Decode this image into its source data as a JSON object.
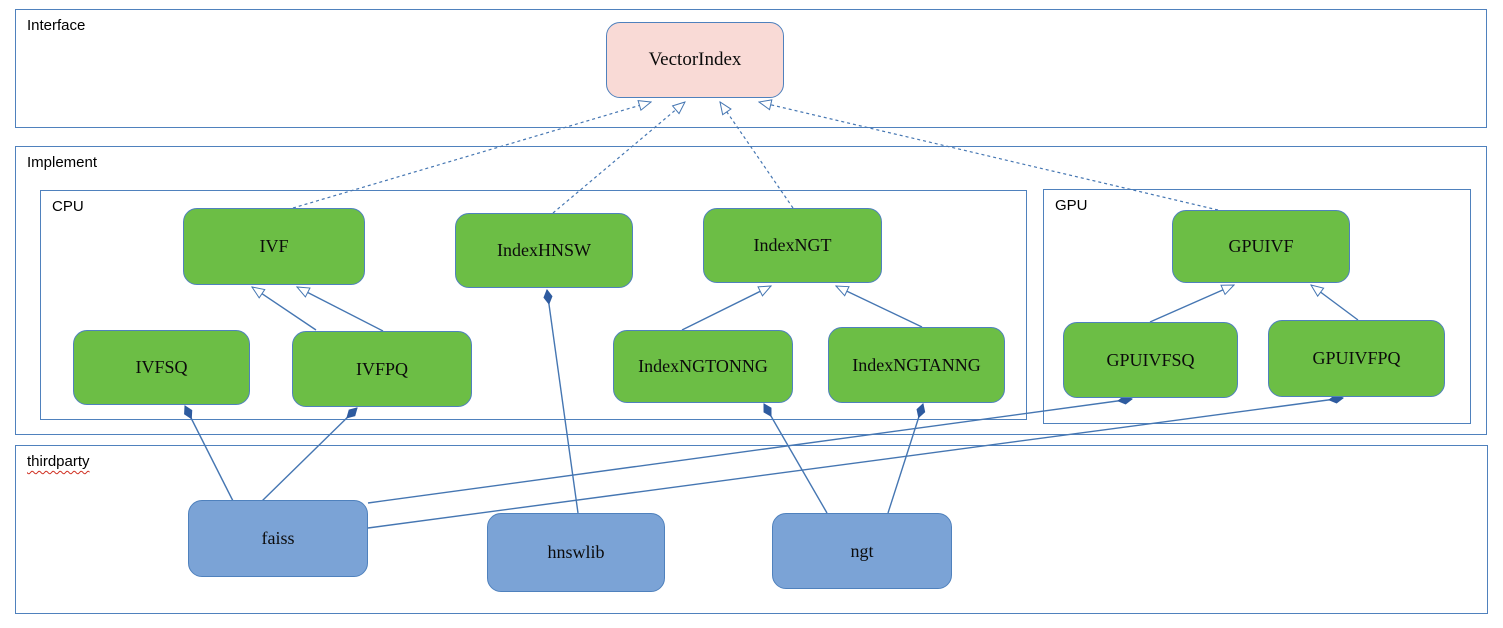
{
  "diagram": {
    "groups": {
      "interface": {
        "label": "Interface"
      },
      "implement": {
        "label": "Implement"
      },
      "cpu": {
        "label": "CPU"
      },
      "gpu": {
        "label": "GPU"
      },
      "thirdparty": {
        "label": "thirdparty"
      }
    },
    "nodes": {
      "vectorindex": {
        "label": "VectorIndex",
        "group": "interface"
      },
      "ivf": {
        "label": "IVF",
        "group": "cpu"
      },
      "indexhnsw": {
        "label": "IndexHNSW",
        "group": "cpu"
      },
      "indexngt": {
        "label": "IndexNGT",
        "group": "cpu"
      },
      "ivfsq": {
        "label": "IVFSQ",
        "group": "cpu"
      },
      "ivfpq": {
        "label": "IVFPQ",
        "group": "cpu"
      },
      "indexngtonng": {
        "label": "IndexNGTONNG",
        "group": "cpu"
      },
      "indexngtanng": {
        "label": "IndexNGTANNG",
        "group": "cpu"
      },
      "gpuivf": {
        "label": "GPUIVF",
        "group": "gpu"
      },
      "gpuivfsq": {
        "label": "GPUIVFSQ",
        "group": "gpu"
      },
      "gpuivfpq": {
        "label": "GPUIVFPQ",
        "group": "gpu"
      },
      "faiss": {
        "label": "faiss",
        "group": "thirdparty"
      },
      "hnswlib": {
        "label": "hnswlib",
        "group": "thirdparty"
      },
      "ngt": {
        "label": "ngt",
        "group": "thirdparty"
      }
    },
    "edges": [
      {
        "from": "IVF",
        "to": "VectorIndex",
        "type": "realization-dashed-hollow-arrow"
      },
      {
        "from": "IndexHNSW",
        "to": "VectorIndex",
        "type": "realization-dashed-hollow-arrow"
      },
      {
        "from": "IndexNGT",
        "to": "VectorIndex",
        "type": "realization-dashed-hollow-arrow"
      },
      {
        "from": "GPUIVF",
        "to": "VectorIndex",
        "type": "realization-dashed-hollow-arrow"
      },
      {
        "from": "IVFSQ",
        "to": "IVF",
        "type": "generalization-hollow-arrow"
      },
      {
        "from": "IVFPQ",
        "to": "IVF",
        "type": "generalization-hollow-arrow"
      },
      {
        "from": "IndexNGTONNG",
        "to": "IndexNGT",
        "type": "generalization-hollow-arrow"
      },
      {
        "from": "IndexNGTANNG",
        "to": "IndexNGT",
        "type": "generalization-hollow-arrow"
      },
      {
        "from": "GPUIVFSQ",
        "to": "GPUIVF",
        "type": "generalization-hollow-arrow"
      },
      {
        "from": "GPUIVFPQ",
        "to": "GPUIVF",
        "type": "generalization-hollow-arrow"
      },
      {
        "from": "faiss",
        "to": "IVFSQ",
        "type": "composition-filled-diamond"
      },
      {
        "from": "faiss",
        "to": "IVFPQ",
        "type": "composition-filled-diamond"
      },
      {
        "from": "faiss",
        "to": "GPUIVFSQ",
        "type": "composition-filled-diamond"
      },
      {
        "from": "faiss",
        "to": "GPUIVFPQ",
        "type": "composition-filled-diamond"
      },
      {
        "from": "hnswlib",
        "to": "IndexHNSW",
        "type": "composition-filled-diamond"
      },
      {
        "from": "ngt",
        "to": "IndexNGTONNG",
        "type": "composition-filled-diamond"
      },
      {
        "from": "ngt",
        "to": "IndexNGTANNG",
        "type": "composition-filled-diamond"
      }
    ],
    "colors": {
      "interface_node_fill": "#f9dad6",
      "implement_node_fill": "#6cbe45",
      "thirdparty_node_fill": "#7ba3d6",
      "node_border": "#4f81bd",
      "group_border": "#4f81bd",
      "connector": "#4576b2",
      "diamond_fill": "#2e5b9f",
      "spellcheck_underline": "#cf2e20"
    }
  }
}
